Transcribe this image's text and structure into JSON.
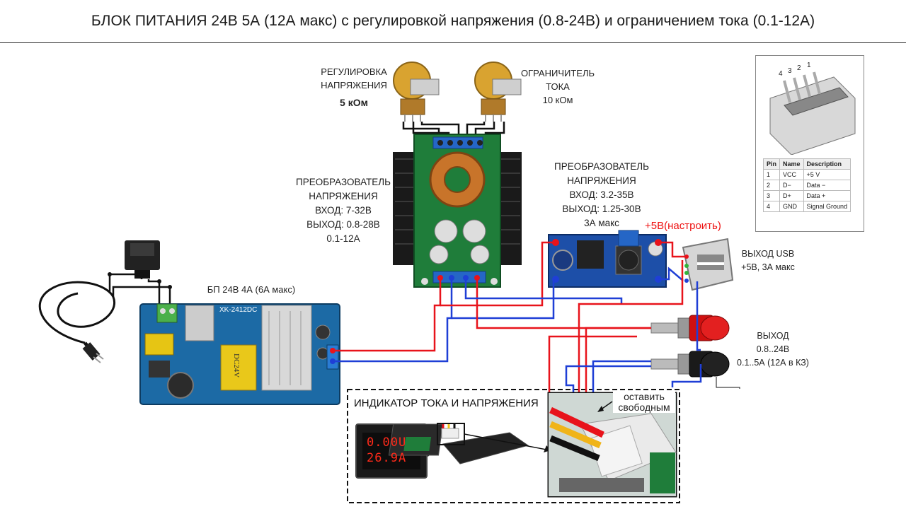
{
  "title": "БЛОК ПИТАНИЯ 24В 5А (12А макс) с регулировкой напряжения (0.8-24В) и ограничением тока (0.1-12А)",
  "pot_voltage": {
    "lines": [
      "РЕГУЛИРОВКА",
      "НАПРЯЖЕНИЯ"
    ],
    "value": "5 кОм"
  },
  "pot_current": {
    "lines": [
      "ОГРАНИЧИТЕЛЬ",
      "ТОКА",
      "10 кОм"
    ]
  },
  "buck_main": {
    "lines": [
      "ПРЕОБРАЗОВАТЕЛЬ",
      "НАПРЯЖЕНИЯ",
      "ВХОД: 7-32В",
      "ВЫХОД: 0.8-28В",
      "0.1-12А"
    ]
  },
  "buck_usb": {
    "lines": [
      "ПРЕОБРАЗОВАТЕЛЬ",
      "НАПРЯЖЕНИЯ",
      "ВХОД: 3.2-35В",
      "ВЫХОД: 1.25-30В",
      "3А макс"
    ]
  },
  "psu": {
    "label": "БП 24В 4А (6А макс)",
    "board_text": "XK-2412DC",
    "cap_text": "DC24V"
  },
  "usb_set_label": "+5В(настроить)",
  "usb_out": {
    "lines": [
      "ВЫХОД USB",
      "+5В, 3А макс"
    ]
  },
  "output": {
    "lines": [
      "ВЫХОД",
      "0.8..24В",
      "0.1..5А (12А в КЗ)"
    ]
  },
  "indicator": {
    "title": "ИНДИКАТОР ТОКА И НАПРЯЖЕНИЯ",
    "display_v": "0.00U",
    "display_a": "26.9A"
  },
  "leave_free": {
    "lines": [
      "оставить",
      "свободным"
    ]
  },
  "usb_pinout": {
    "pin_numbers": [
      "4",
      "3",
      "2",
      "1"
    ],
    "headers": [
      "Pin",
      "Name",
      "Description"
    ],
    "rows": [
      [
        "1",
        "VCC",
        "+5 V"
      ],
      [
        "2",
        "D−",
        "Data −"
      ],
      [
        "3",
        "D+",
        "Data +"
      ],
      [
        "4",
        "GND",
        "Signal Ground"
      ]
    ]
  },
  "colors": {
    "wire_red": "#e8131b",
    "wire_blue": "#1f3fd6",
    "wire_black": "#111111",
    "board_blue": "#1d5fa5",
    "heatsink": "#1a1a1a"
  }
}
